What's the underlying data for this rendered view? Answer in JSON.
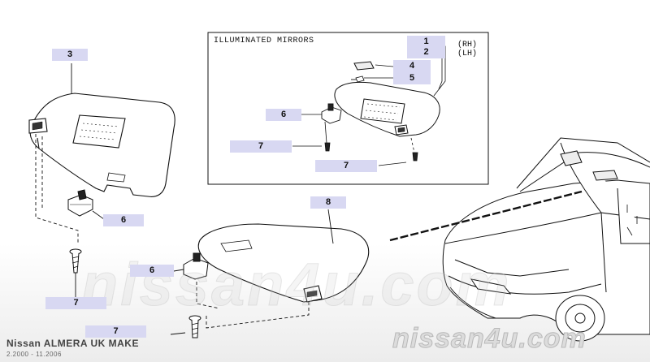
{
  "diagram": {
    "inset_title": "ILLUMINATED MIRRORS",
    "side_labels": {
      "rh": "(RH)",
      "lh": "(LH)"
    },
    "callouts": {
      "visor_left": "3",
      "clip_left": "6",
      "screw_left": "7",
      "visor_right": "8",
      "clip_right": "6",
      "screw_right": "7",
      "inset_rh": "1",
      "inset_lh": "2",
      "inset_lamp": "4",
      "inset_bulb": "5",
      "inset_clip": "6",
      "inset_screw_a": "7",
      "inset_screw_b": "7"
    }
  },
  "footer": {
    "make": "Nissan ALMERA UK MAKE",
    "dates": "2.2000 - 11.2006",
    "brand": "nissan4u.com"
  },
  "watermark": "nissan4u.com",
  "colors": {
    "callout_bg": "#d8d8f2",
    "line": "#111111",
    "brand_gray": "#cfcfcf"
  }
}
